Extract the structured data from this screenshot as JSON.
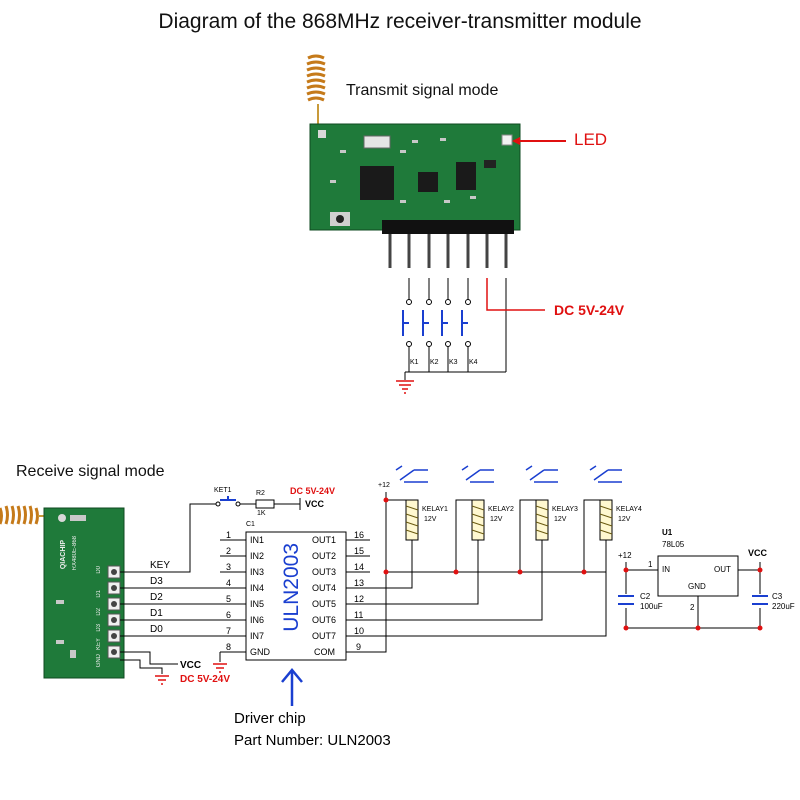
{
  "title": "Diagram of the 868MHz receiver-transmitter module",
  "transmit": {
    "label": "Transmit signal mode",
    "led_label": "LED",
    "power_label": "DC 5V-24V",
    "keys": [
      "K1",
      "K2",
      "K3",
      "K4"
    ]
  },
  "receive": {
    "label": "Receive signal mode",
    "module_text": [
      "QIACHIP",
      "RX480E-868"
    ],
    "module_pins": [
      "D0",
      "D1",
      "D2",
      "D3",
      "KEY",
      "GND"
    ],
    "signals": [
      "KEY",
      "D3",
      "D2",
      "D1",
      "D0"
    ],
    "vcc": "VCC",
    "power": "DC 5V-24V",
    "switch": {
      "name": "KET1",
      "resistor": "R2",
      "resistor_value": "1K",
      "power": "DC 5V-24V",
      "vcc": "VCC"
    },
    "chip": {
      "name": "ULN2003",
      "ref": "C1",
      "left_pins": [
        {
          "no": "1",
          "name": "IN1"
        },
        {
          "no": "2",
          "name": "IN2"
        },
        {
          "no": "3",
          "name": "IN3"
        },
        {
          "no": "4",
          "name": "IN4"
        },
        {
          "no": "5",
          "name": "IN5"
        },
        {
          "no": "6",
          "name": "IN6"
        },
        {
          "no": "7",
          "name": "IN7"
        },
        {
          "no": "8",
          "name": "GND"
        }
      ],
      "right_pins": [
        {
          "no": "16",
          "name": "OUT1"
        },
        {
          "no": "15",
          "name": "OUT2"
        },
        {
          "no": "14",
          "name": "OUT3"
        },
        {
          "no": "13",
          "name": "OUT4"
        },
        {
          "no": "12",
          "name": "OUT5"
        },
        {
          "no": "11",
          "name": "OUT6"
        },
        {
          "no": "10",
          "name": "OUT7"
        },
        {
          "no": "9",
          "name": "COM"
        }
      ]
    },
    "relays": [
      {
        "name": "KELAY1",
        "volt": "12V"
      },
      {
        "name": "KELAY2",
        "volt": "12V"
      },
      {
        "name": "KELAY3",
        "volt": "12V"
      },
      {
        "name": "KELAY4",
        "volt": "12V"
      }
    ],
    "plus12": "+12",
    "regulator": {
      "ref": "U1",
      "part": "78L05",
      "in": "IN",
      "out": "OUT",
      "gnd": "GND",
      "pin1": "1",
      "pin2": "2",
      "plus12": "+12",
      "vcc": "VCC",
      "c2": "C2",
      "c2_val": "100uF",
      "c3": "C3",
      "c3_val": "220uF"
    },
    "driver_label": "Driver chip",
    "part_number": "Part Number: ULN2003"
  }
}
